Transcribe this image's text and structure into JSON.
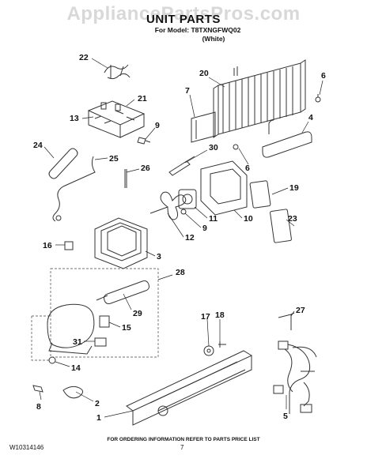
{
  "watermark": "AppliancePartsPros.com",
  "header": {
    "title": "UNIT PARTS",
    "model_line": "For Model: T8TXNGFWQ02",
    "color_line": "(White)"
  },
  "callouts": [
    "22",
    "21",
    "20",
    "6",
    "13",
    "9",
    "7",
    "4",
    "24",
    "25",
    "26",
    "30",
    "6",
    "19",
    "10",
    "11",
    "9",
    "23",
    "16",
    "12",
    "3",
    "28",
    "29",
    "17",
    "18",
    "27",
    "15",
    "31",
    "14",
    "8",
    "2",
    "1",
    "5"
  ],
  "footer": {
    "ordering_note": "FOR ORDERING INFORMATION REFER TO PARTS PRICE LIST",
    "doc_number": "W10314146",
    "page_number": "7"
  }
}
